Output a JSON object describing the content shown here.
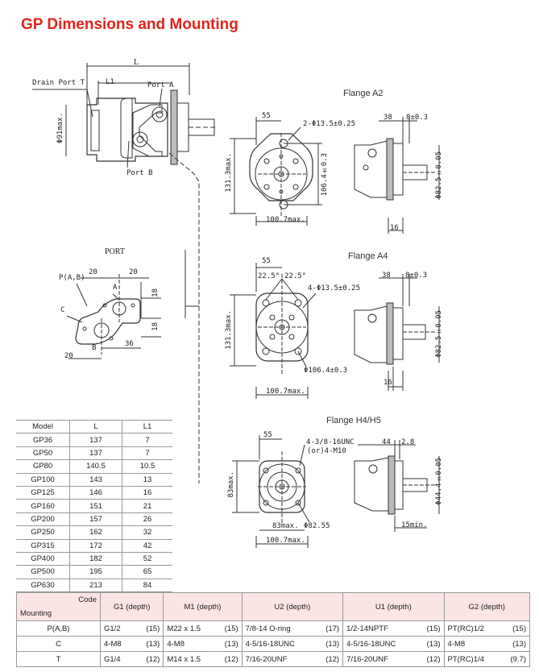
{
  "title": "GP Dimensions and Mounting",
  "main_drawing": {
    "L": "L",
    "L1": "L1",
    "drain_port": "Drain Port T",
    "port_a": "Port A",
    "port_b": "Port B",
    "dia91": "Φ91max."
  },
  "port_detail": {
    "title": "PORT",
    "pab": "P(A,B)",
    "c": "C",
    "a": "A",
    "b": "B",
    "d20a": "20",
    "d20b": "20",
    "d18a": "18",
    "d18b": "18",
    "d36": "36",
    "d20c": "20"
  },
  "flange_a2": {
    "title": "Flange A2",
    "d55": "55",
    "holes": "2-Φ13.5±0.25",
    "h131": "131.3max.",
    "pcd": "106.4±0.3",
    "w100": "100.7max.",
    "d38": "38",
    "d8": "8±0.3",
    "shaft": "Φ82.5±0.05",
    "d16": "16"
  },
  "flange_a4": {
    "title": "Flange A4",
    "d55": "55",
    "ang1": "22.5°",
    "ang2": "22.5°",
    "holes": "4-Φ13.5±0.25",
    "h131": "131.3max.",
    "pcd": "Φ106.4±0.3",
    "w100": "100.7max.",
    "d38": "38",
    "d8": "8±0.3",
    "shaft": "Φ82.5±0.05",
    "d16": "16"
  },
  "flange_h4": {
    "title": "Flange  H4/H5",
    "d55": "55",
    "holes1": "4-3/8-16UNC",
    "holes2": "(or)4-M10",
    "h83": "83max.",
    "w83": "83max.",
    "pcd": "Φ82.55",
    "w100": "100.7max.",
    "d44": "44",
    "d28": "2.8",
    "shaft": "Φ44.4±0.05",
    "d15": "15min."
  },
  "model_table": {
    "headers": [
      "Model",
      "L",
      "L1"
    ],
    "rows": [
      [
        "GP36",
        "137",
        "7"
      ],
      [
        "GP50",
        "137",
        "7"
      ],
      [
        "GP80",
        "140.5",
        "10.5"
      ],
      [
        "GP100",
        "143",
        "13"
      ],
      [
        "GP125",
        "146",
        "16"
      ],
      [
        "GP160",
        "151",
        "21"
      ],
      [
        "GP200",
        "157",
        "26"
      ],
      [
        "GP250",
        "162",
        "32"
      ],
      [
        "GP315",
        "172",
        "42"
      ],
      [
        "GP400",
        "182",
        "52"
      ],
      [
        "GP500",
        "195",
        "65"
      ],
      [
        "GP630",
        "213",
        "84"
      ]
    ]
  },
  "code_table": {
    "corner_top": "Code",
    "corner_bottom": "Mounting",
    "headers": [
      "G1 (depth)",
      "M1 (depth)",
      "U2 (depth)",
      "U1 (depth)",
      "G2 (depth)"
    ],
    "rows": [
      {
        "mount": "P(A,B)",
        "cells": [
          [
            "G1/2",
            "(15)"
          ],
          [
            "M22 x 1.5",
            "(15)"
          ],
          [
            "7/8-14  O-ring",
            "(17)"
          ],
          [
            "1/2-14NPTF",
            "(15)"
          ],
          [
            "PT(RC)1/2",
            "(15)"
          ]
        ]
      },
      {
        "mount": "C",
        "cells": [
          [
            "4-M8",
            "(13)"
          ],
          [
            "4-M8",
            "(13)"
          ],
          [
            "4-5/16-18UNC",
            "(13)"
          ],
          [
            "4-5/16-18UNC",
            "(13)"
          ],
          [
            "4-M8",
            "(13)"
          ]
        ]
      },
      {
        "mount": "T",
        "cells": [
          [
            "G1/4",
            "(12)"
          ],
          [
            "M14 x 1.5",
            "(12)"
          ],
          [
            "7/16-20UNF",
            "(12)"
          ],
          [
            "7/16-20UNF",
            "(12)"
          ],
          [
            "PT(RC)1/4",
            "(9.7)"
          ]
        ]
      }
    ]
  }
}
